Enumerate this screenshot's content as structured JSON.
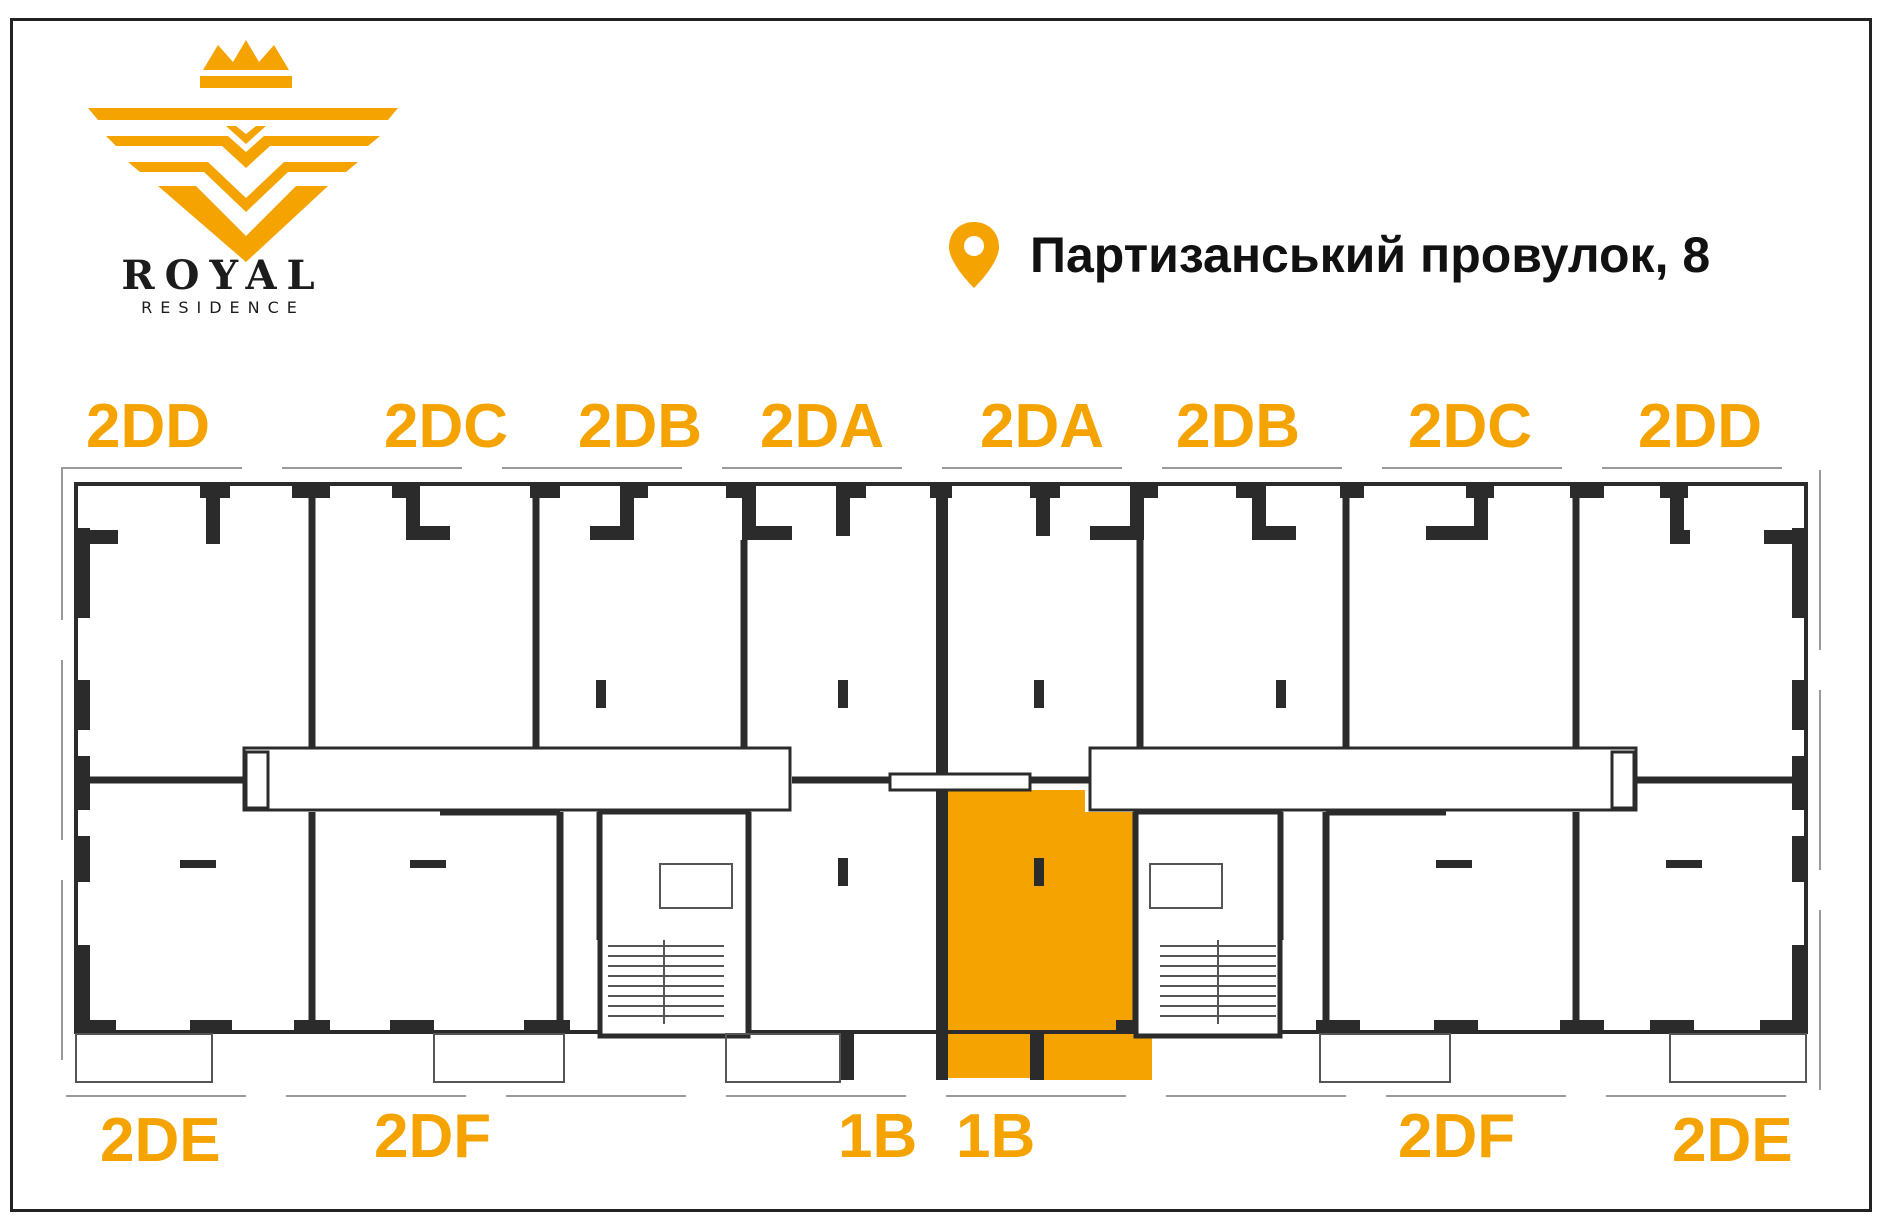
{
  "brand": {
    "name": "ROYAL",
    "tagline": "RESIDENCE",
    "accent_color": "#f5a300",
    "icon": "crown-wings-logo"
  },
  "address": {
    "icon": "map-pin-icon",
    "text": "Партизанський провулок, 8"
  },
  "floorplan": {
    "highlight_color": "#f5a300",
    "wall_color": "#2b2b2b",
    "highlighted_unit": "1B",
    "top_labels": [
      "2DD",
      "2DC",
      "2DB",
      "2DA",
      "2DA",
      "2DB",
      "2DC",
      "2DD"
    ],
    "bottom_labels": [
      "2DE",
      "2DF",
      "1B",
      "1B",
      "2DF",
      "2DE"
    ]
  }
}
